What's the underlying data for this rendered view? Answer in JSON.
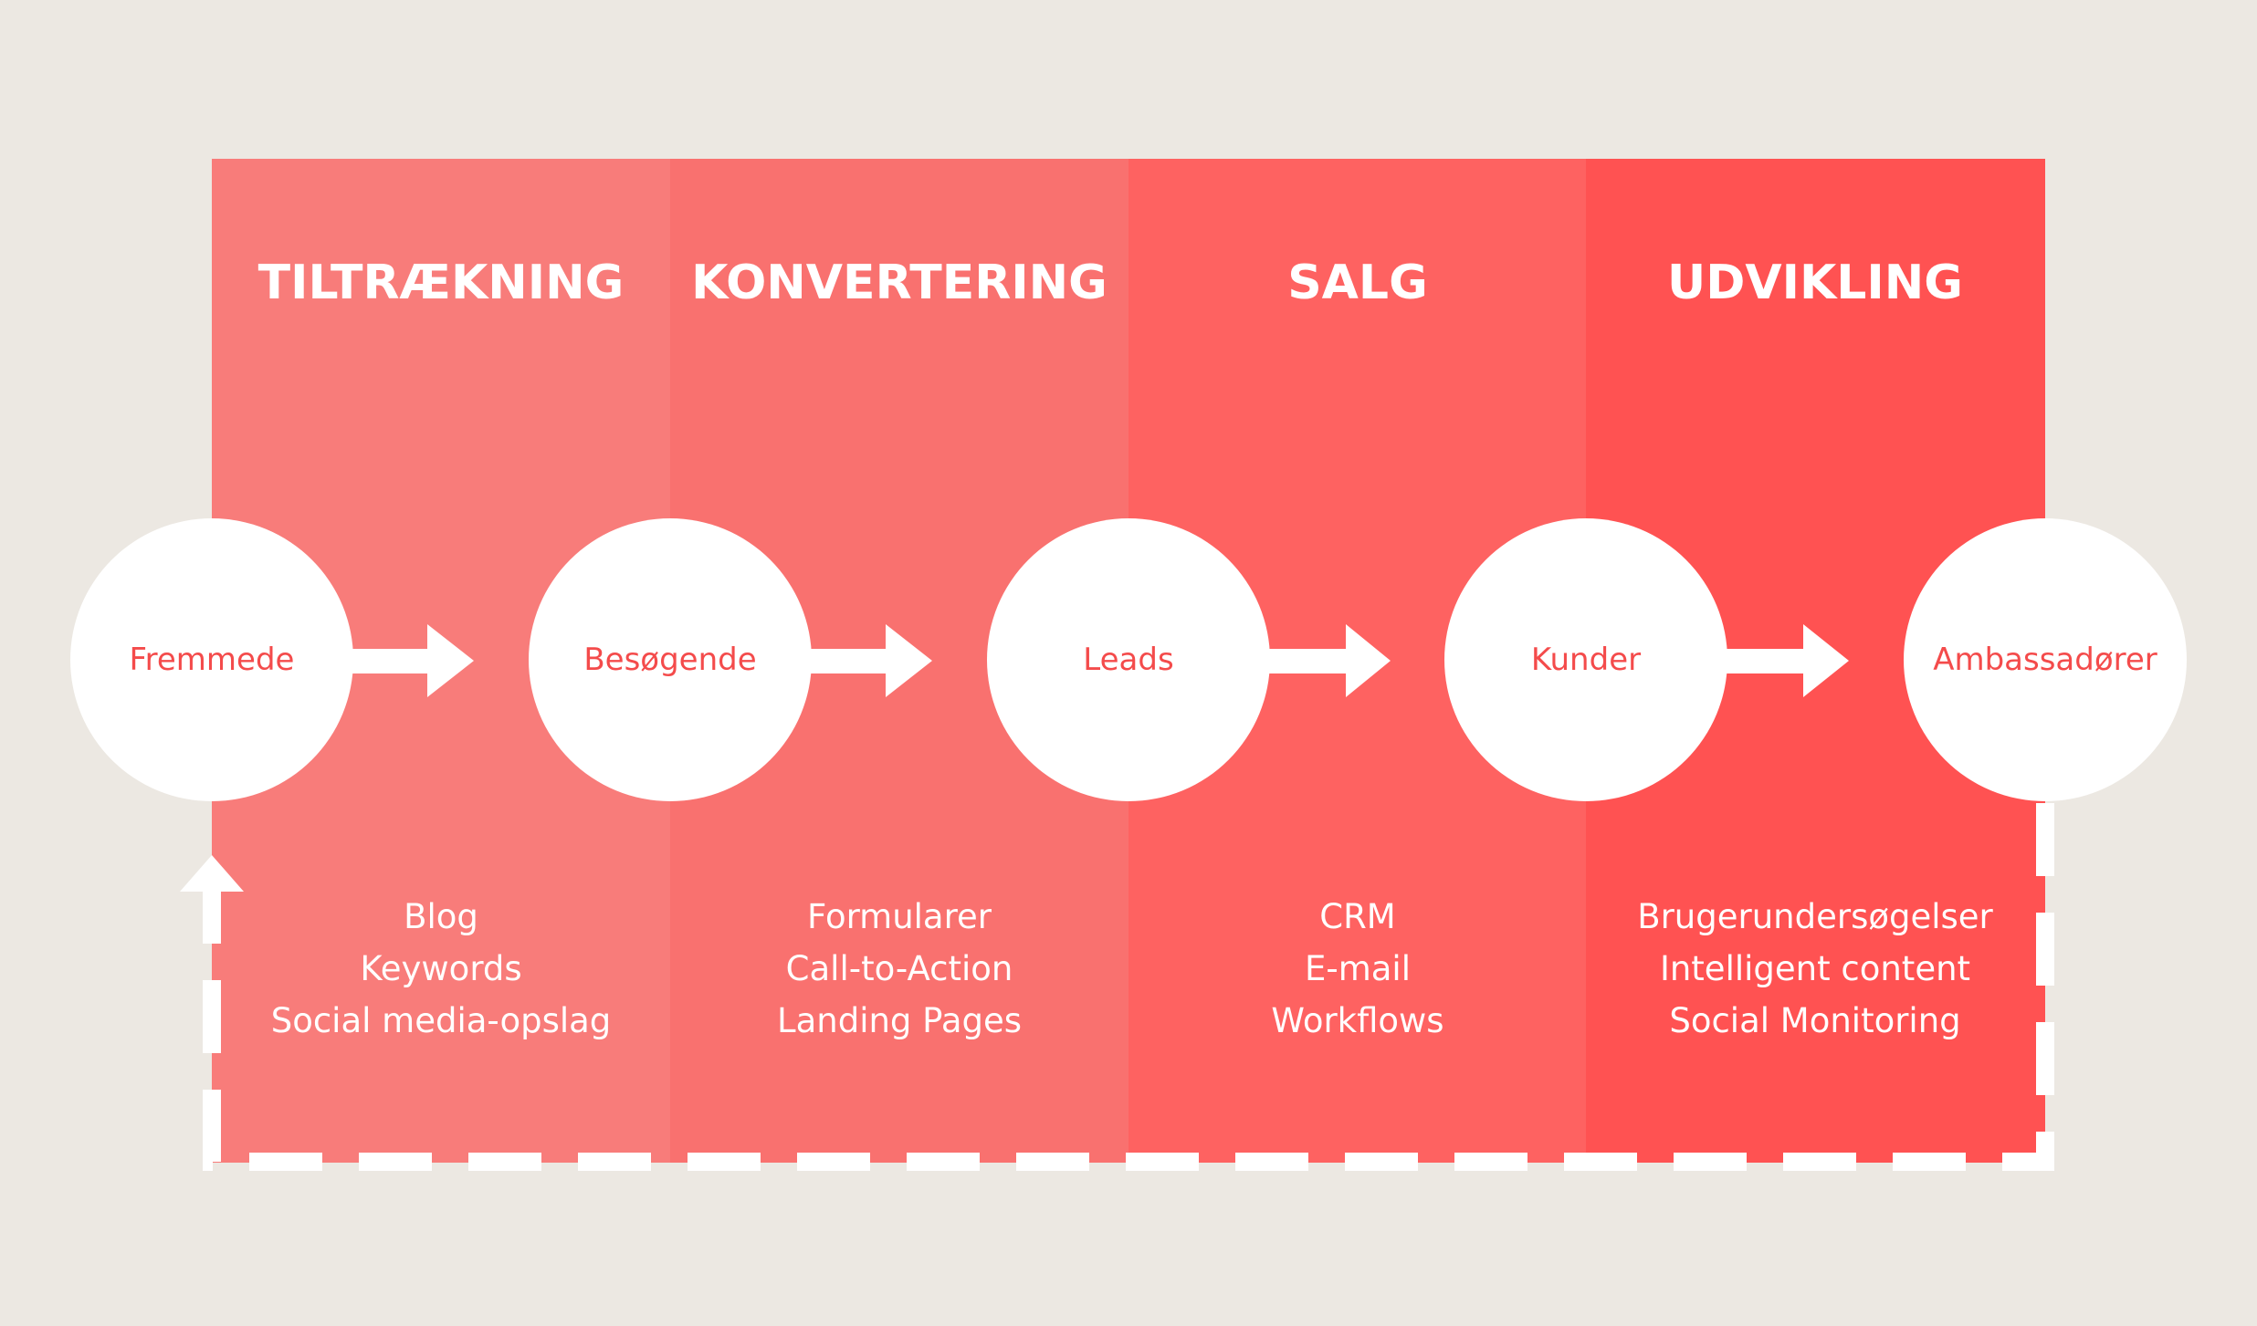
{
  "colors": {
    "background": "#ece8e2",
    "stage_1": "#f87c7a",
    "stage_2": "#f9716f",
    "stage_3": "#fe6261",
    "stage_4": "#ff5252",
    "circle_fill": "#ffffff",
    "circle_text": "#f44b4b",
    "arrows": "#ffffff"
  },
  "stages": [
    {
      "title": "TILTRÆKNING",
      "tools": [
        "Blog",
        "Keywords",
        "Social media-opslag"
      ]
    },
    {
      "title": "KONVERTERING",
      "tools": [
        "Formularer",
        "Call-to-Action",
        "Landing Pages"
      ]
    },
    {
      "title": "SALG",
      "tools": [
        "CRM",
        "E-mail",
        "Workflows"
      ]
    },
    {
      "title": "UDVIKLING",
      "tools": [
        "Brugerundersøgelser",
        "Intelligent content",
        "Social Monitoring"
      ]
    }
  ],
  "nodes": [
    "Fremmede",
    "Besøgende",
    "Leads",
    "Kunder",
    "Ambassadører"
  ],
  "loop_arrow": {
    "style": "dashed",
    "from": "Ambassadører",
    "to": "Fremmede",
    "icon": "loop-back-arrow-icon"
  }
}
